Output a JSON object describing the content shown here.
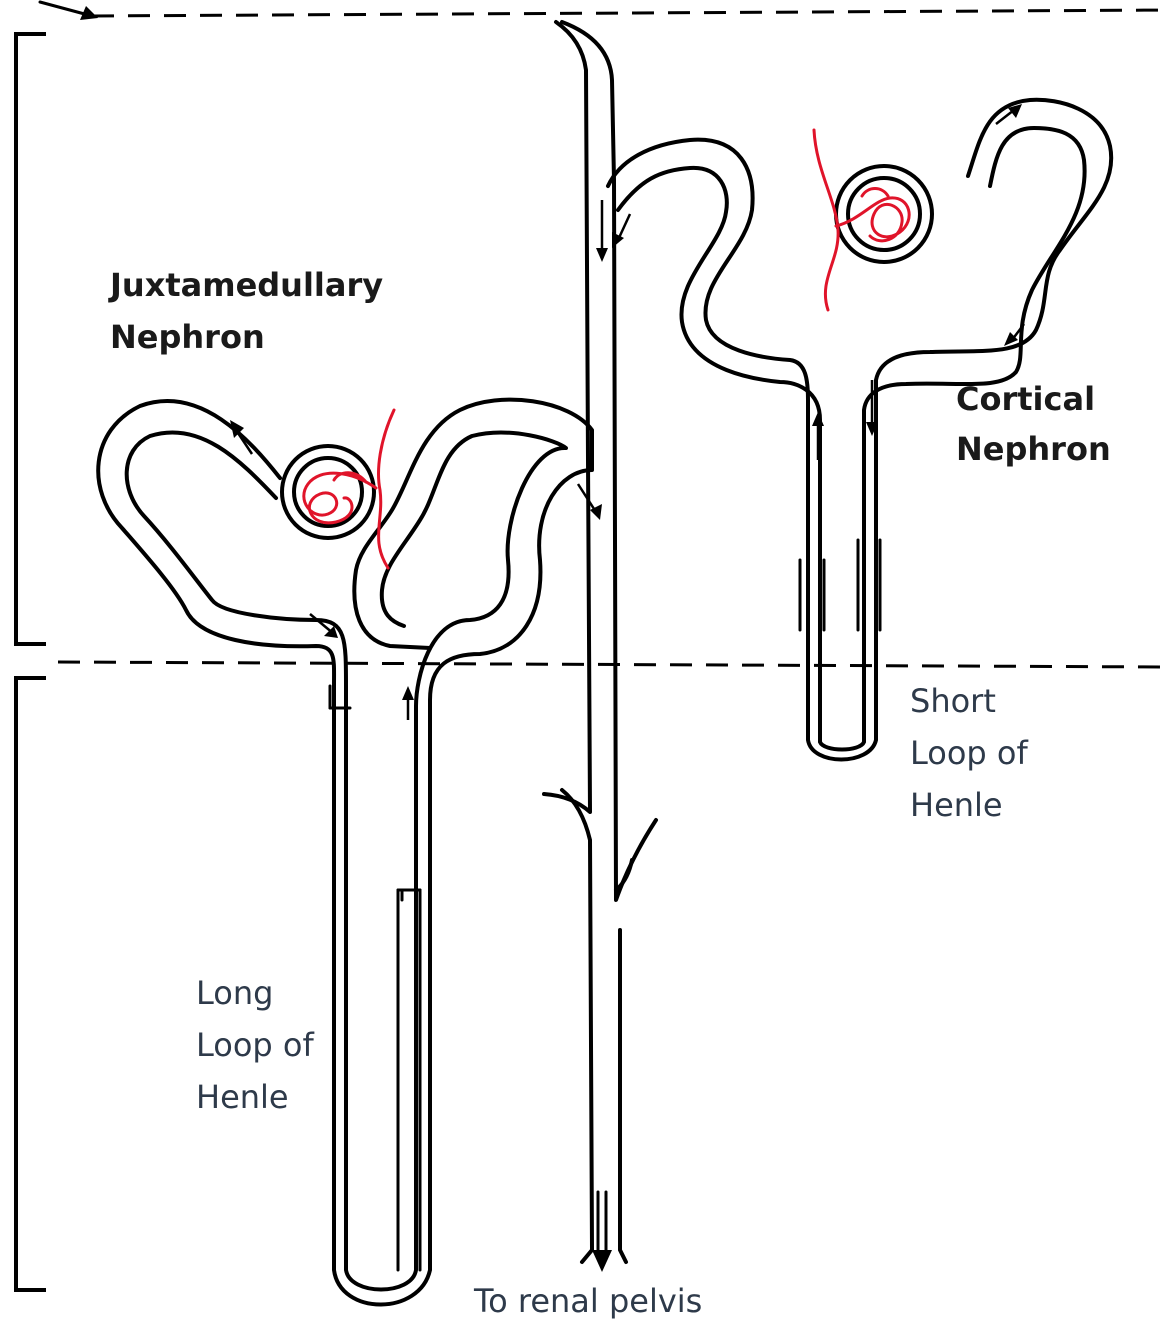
{
  "labels": {
    "juxtamedullary": [
      "Juxtamedullary",
      "Nephron"
    ],
    "cortical": [
      "Cortical",
      "Nephron"
    ],
    "short_loop": [
      "Short",
      "Loop of",
      "Henle"
    ],
    "long_loop": [
      "Long",
      "Loop of",
      "Henle"
    ],
    "renal_pelvis": "To renal pelvis"
  },
  "colors": {
    "capillary": "#e0142a",
    "text": "#2e3a4a",
    "outline": "#000000"
  }
}
